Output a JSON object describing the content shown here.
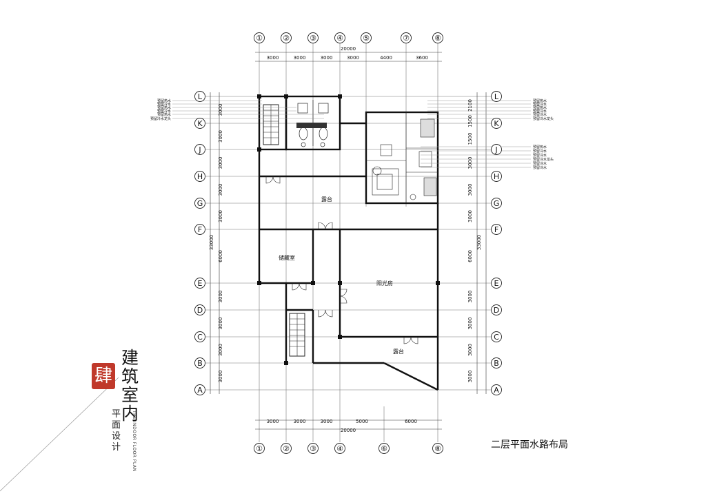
{
  "drawing": {
    "caption": "二层平面水路布局",
    "brand": {
      "seal": "肆",
      "title": "建筑室内",
      "subtitle": "平面设计",
      "english": "THE INDOOR FLOOR PLAN"
    },
    "top_axes": [
      "①",
      "②",
      "③",
      "④",
      "⑤",
      "⑦",
      "⑧"
    ],
    "bottom_axes": [
      "①",
      "②",
      "③",
      "④",
      "⑥",
      "⑧"
    ],
    "row_axes": [
      "L",
      "K",
      "J",
      "H",
      "G",
      "F",
      "E",
      "D",
      "C",
      "B",
      "A"
    ],
    "top_total_dim": "20000",
    "top_dims": [
      "3000",
      "3000",
      "3000",
      "3000",
      "4400",
      "3600"
    ],
    "bottom_total_dim": "20000",
    "bottom_dims": [
      "3000",
      "3000",
      "3000",
      "5000",
      "6000"
    ],
    "left_total_dim": "33000",
    "left_dims": [
      "3000",
      "3000",
      "3000",
      "3000",
      "3000",
      "6000",
      "3000",
      "3000",
      "3000",
      "3000"
    ],
    "right_total_dim": "33000",
    "right_dims": [
      "2100",
      "1500",
      "1500",
      "3000",
      "3000",
      "3000",
      "6000",
      "3000",
      "3000",
      "3000",
      "3000"
    ],
    "rooms": {
      "terrace_top": "露台",
      "storage": "储藏室",
      "sunroom": "阳光房",
      "terrace_bottom": "露台"
    },
    "pipe_notes_left": [
      "预留热水",
      "预留冷水",
      "预留热水",
      "预留冷水",
      "预留热水",
      "预留冷水龙头"
    ],
    "pipe_notes_right_top": [
      "预留热水",
      "预留冷水",
      "预留热水",
      "预留冷水",
      "预留冷水",
      "预留冷水龙头"
    ],
    "pipe_notes_right_mid": [
      "预留热水",
      "预留冷水",
      "预留冷水",
      "预留冷水龙头",
      "预留冷水",
      "预留冷水"
    ]
  }
}
